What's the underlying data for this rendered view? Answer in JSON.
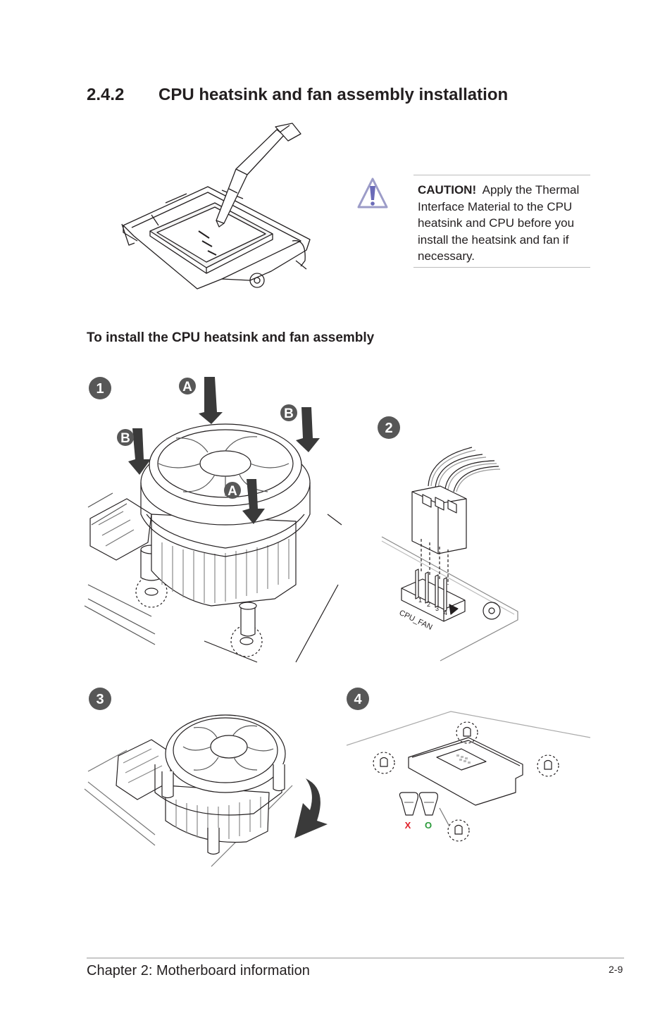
{
  "heading": {
    "number": "2.4.2",
    "title": "CPU heatsink and fan assembly installation"
  },
  "caution": {
    "label": "CAUTION!",
    "text": "Apply the Thermal Interface Material to the CPU heatsink and CPU before you install the heatsink and fan if necessary."
  },
  "subheading": "To install the CPU heatsink and fan assembly",
  "steps": {
    "one": "1",
    "two": "2",
    "three": "3",
    "four": "4",
    "label_a": "A",
    "label_b": "B"
  },
  "connector": {
    "label": "CPU_FAN",
    "pins": [
      "1",
      "2",
      "3",
      "4"
    ]
  },
  "pin_check": {
    "wrong": "X",
    "right": "O",
    "wrong_color": "#e0202a",
    "right_color": "#2a9a3a"
  },
  "footer": {
    "chapter": "Chapter 2: Motherboard information",
    "page": "2-9"
  },
  "icons": [
    "warning-triangle-icon"
  ]
}
